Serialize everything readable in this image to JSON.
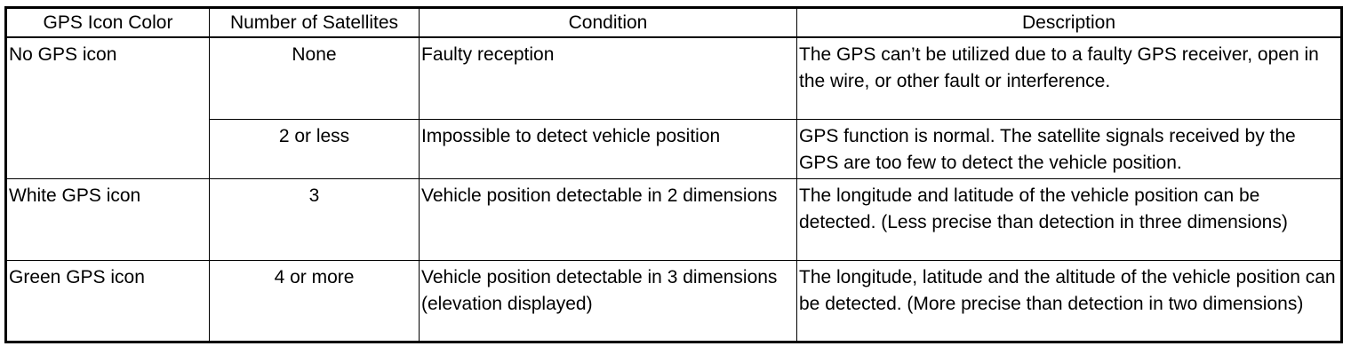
{
  "table": {
    "headers": [
      "GPS Icon Color",
      "Number of Satellites",
      "Condition",
      "Description"
    ],
    "rows": [
      {
        "color": "No GPS icon",
        "satellites": "None",
        "condition": "Faulty reception",
        "description": "The GPS can’t be utilized due to a faulty GPS receiver, open in the wire, or other fault or interference."
      },
      {
        "color": "",
        "satellites": "2 or less",
        "condition": "Impossible to detect vehicle position",
        "description": "GPS function is normal. The satellite signals received by the GPS are too few to detect the vehicle position."
      },
      {
        "color": "White GPS icon",
        "satellites": "3",
        "condition": "Vehicle position detectable in 2 dimensions",
        "description": "The longitude and latitude of the vehicle position can be detected. (Less precise than detection in three dimensions)"
      },
      {
        "color": "Green GPS icon",
        "satellites": "4 or more",
        "condition": "Vehicle position detectable in 3 dimensions (elevation displayed)",
        "description": "The longitude, latitude and the altitude of the vehicle position can be detected. (More precise than detection in two dimensions)"
      }
    ]
  }
}
